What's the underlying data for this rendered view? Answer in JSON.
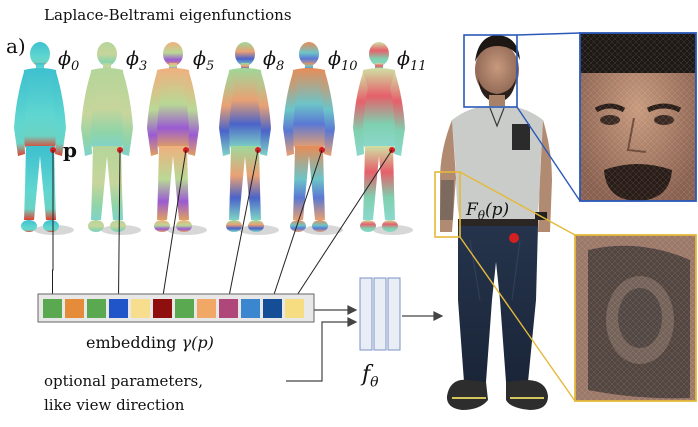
{
  "title": "Laplace-Beltrami eigenfunctions",
  "panel_label": "a)",
  "eigenfunctions": [
    {
      "label": "ϕ",
      "sub": "0"
    },
    {
      "label": "ϕ",
      "sub": "3"
    },
    {
      "label": "ϕ",
      "sub": "5"
    },
    {
      "label": "ϕ",
      "sub": "8"
    },
    {
      "label": "ϕ",
      "sub": "10"
    },
    {
      "label": "ϕ",
      "sub": "11"
    }
  ],
  "point_label": "p",
  "embedding": {
    "label_text": "embedding ",
    "label_math": "γ(p)",
    "cell_colors": [
      "#5aa84f",
      "#e58c3a",
      "#5aa84f",
      "#1f55c8",
      "#f7dd8e",
      "#8f0f0f",
      "#5aa84f",
      "#f1a867",
      "#b0477b",
      "#3a87d0",
      "#154e96",
      "#f6dd82"
    ]
  },
  "network": {
    "label": "f",
    "sub": "θ"
  },
  "output_label": {
    "main": "F",
    "sub": "θ",
    "arg": "(p)"
  },
  "optional_text": [
    "optional parameters,",
    "like view direction"
  ],
  "colors": {
    "box_blue": "#2a59b8",
    "box_yellow": "#e5b93a",
    "marker_red": "#d42020",
    "network_block": "#e9edf6",
    "network_border": "#7b92c6"
  }
}
